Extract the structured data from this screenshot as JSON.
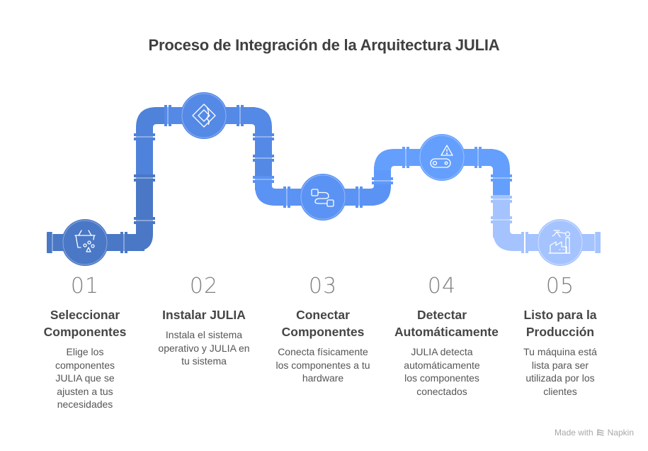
{
  "title": "Proceso de Integración de la Arquitectura JULIA",
  "colors": {
    "pipe_1": "#4a78c6",
    "pipe_2": "#5489e6",
    "pipe_3": "#5b93f4",
    "pipe_4": "#649ffd",
    "pipe_5": "#a4c3ff",
    "flange": "#c8d9f7",
    "title_text": "#404040",
    "body_text": "#555555"
  },
  "steps": [
    {
      "number": "01",
      "title": "Seleccionar Componentes",
      "description": "Elige los componentes JULIA que se ajusten a tus necesidades",
      "icon": "basket-shapes-icon"
    },
    {
      "number": "02",
      "title": "Instalar JULIA",
      "description": "Instala el sistema operativo y JULIA en tu sistema",
      "icon": "diamond-logo-icon"
    },
    {
      "number": "03",
      "title": "Conectar Componentes",
      "description": "Conecta físicamente los componentes a tu hardware",
      "icon": "connected-nodes-icon"
    },
    {
      "number": "04",
      "title": "Detectar Automáticamente",
      "description": "JULIA detecta automáticamente los componentes conectados",
      "icon": "warning-conveyor-icon"
    },
    {
      "number": "05",
      "title": "Listo para la Producción",
      "description": "Tu máquina está lista para ser utilizada por los clientes",
      "icon": "factory-robot-icon"
    }
  ],
  "footer": {
    "made_with": "Made with",
    "brand": "Napkin"
  }
}
